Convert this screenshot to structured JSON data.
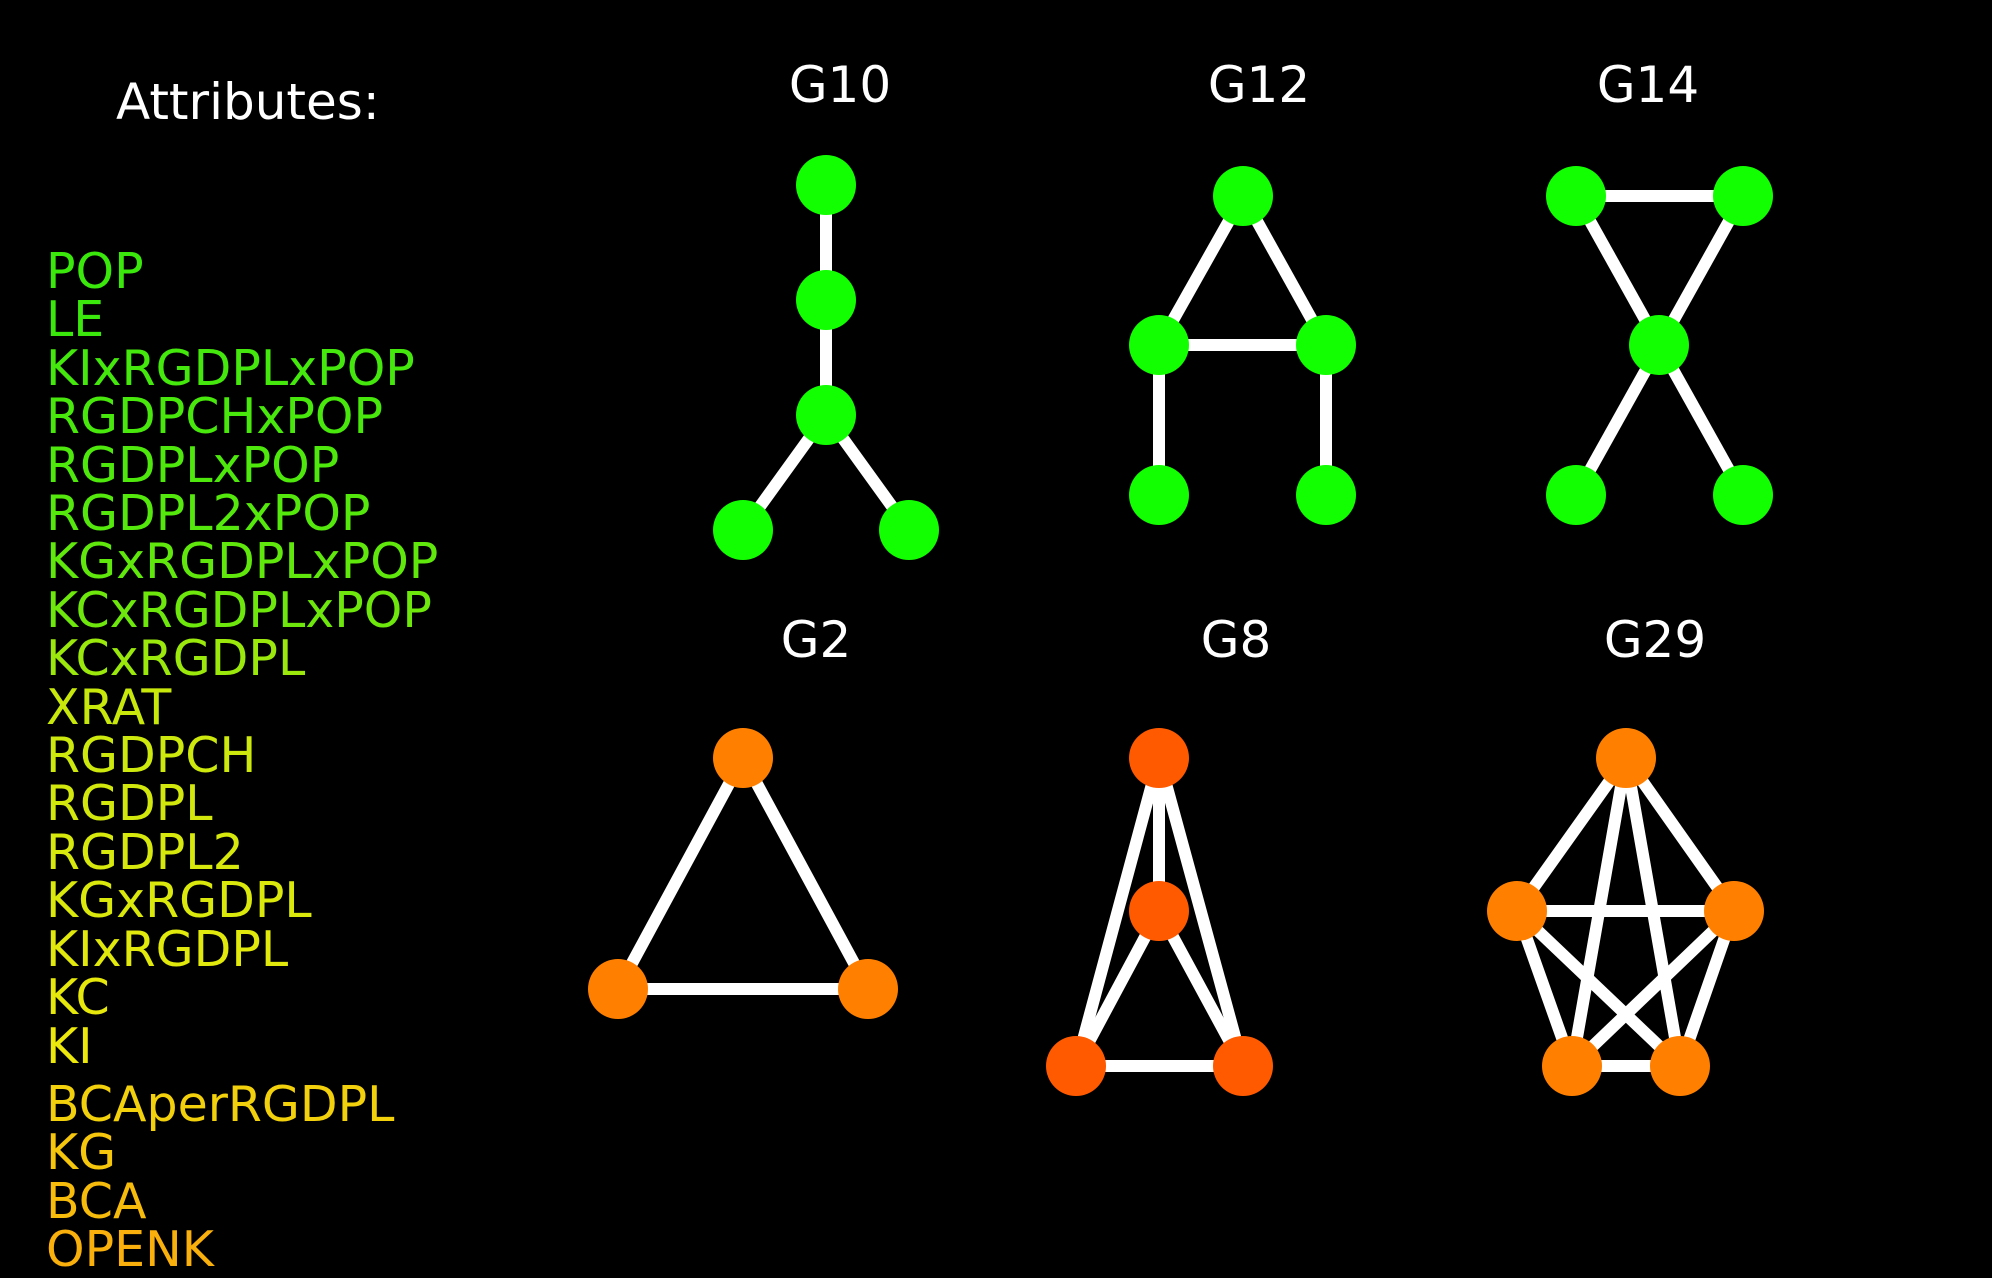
{
  "header": {
    "attributes_label": "Attributes:"
  },
  "attributes": [
    {
      "label": "POP",
      "color": "#3ae80c"
    },
    {
      "label": "LE",
      "color": "#3ae80c"
    },
    {
      "label": "KIxRGDPLxPOP",
      "color": "#44e80c"
    },
    {
      "label": "RGDPCHxPOP",
      "color": "#48e80c"
    },
    {
      "label": "RGDPLxPOP",
      "color": "#4ee80c"
    },
    {
      "label": "RGDPL2xPOP",
      "color": "#55e80c"
    },
    {
      "label": "KGxRGDPLxPOP",
      "color": "#60e80c"
    },
    {
      "label": "KCxRGDPLxPOP",
      "color": "#6ee80c"
    },
    {
      "label": "KCxRGDPL",
      "color": "#9ae80c"
    },
    {
      "label": "XRAT",
      "color": "#c8e80c"
    },
    {
      "label": "RGDPCH",
      "color": "#cde80c"
    },
    {
      "label": "RGDPL",
      "color": "#d2e80c"
    },
    {
      "label": "RGDPL2",
      "color": "#d6e80c"
    },
    {
      "label": "KGxRGDPL",
      "color": "#dae80c"
    },
    {
      "label": "KIxRGDPL",
      "color": "#e0e80c"
    },
    {
      "label": "KC",
      "color": "#e6e80c"
    },
    {
      "label": "KI",
      "color": "#ece80c"
    },
    {
      "label": "BCAperRGDPL",
      "color": "#f2d00c"
    },
    {
      "label": "KG",
      "color": "#f5c60c"
    },
    {
      "label": "BCA",
      "color": "#f7bb0c"
    },
    {
      "label": "OPENK",
      "color": "#f9b00c"
    }
  ],
  "colors": {
    "edge": "#ffffff",
    "node_green": "#11ff00",
    "node_orange": "#ff8000",
    "node_red_orange": "#ff5a00"
  },
  "graphs": [
    {
      "title": "G10",
      "node_color": "node_green"
    },
    {
      "title": "G12",
      "node_color": "node_green"
    },
    {
      "title": "G14",
      "node_color": "node_green"
    },
    {
      "title": "G2",
      "node_color": "node_orange"
    },
    {
      "title": "G8",
      "node_color": "node_red_orange"
    },
    {
      "title": "G29",
      "node_color": "node_orange"
    }
  ]
}
